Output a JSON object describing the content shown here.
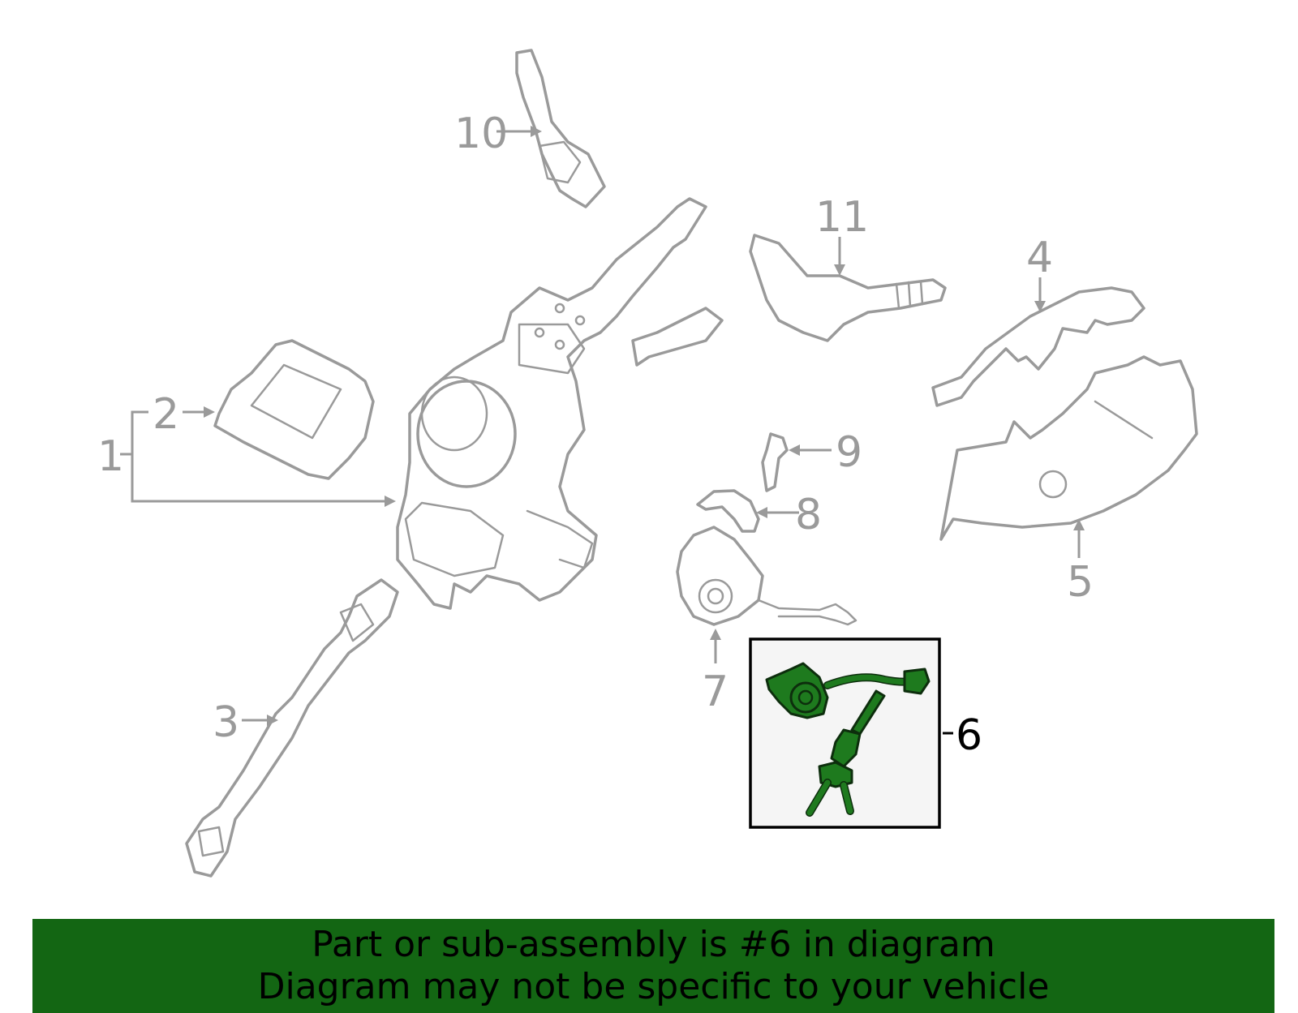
{
  "diagram": {
    "callouts": [
      {
        "id": "1",
        "label": "1"
      },
      {
        "id": "2",
        "label": "2"
      },
      {
        "id": "3",
        "label": "3"
      },
      {
        "id": "4",
        "label": "4"
      },
      {
        "id": "5",
        "label": "5"
      },
      {
        "id": "6",
        "label": "6"
      },
      {
        "id": "7",
        "label": "7"
      },
      {
        "id": "8",
        "label": "8"
      },
      {
        "id": "9",
        "label": "9"
      },
      {
        "id": "10",
        "label": "10"
      },
      {
        "id": "11",
        "label": "11"
      }
    ],
    "highlighted_part": "6",
    "colors": {
      "part_outline": "#9a9a9a",
      "highlight_fill": "#1e7a1e",
      "highlight_box_bg": "#f5f5f5",
      "banner_bg": "#136613"
    }
  },
  "banner": {
    "line1": "Part or sub-assembly is #6 in diagram",
    "line2": "Diagram may not be specific to your vehicle"
  }
}
